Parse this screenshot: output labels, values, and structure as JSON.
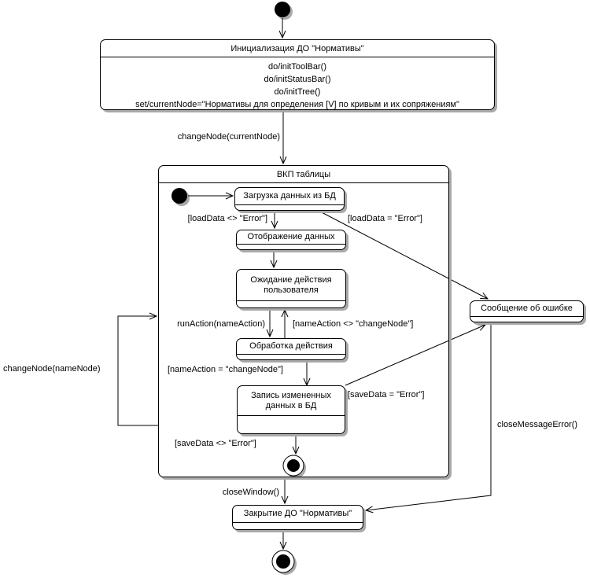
{
  "diagram": {
    "kind": "uml-statechart",
    "colors": {
      "line": "#000000",
      "shadow": "#a9a9a9",
      "fill": "#ffffff"
    }
  },
  "states": {
    "init": {
      "title": "Инициализация ДО \"Нормативы\"",
      "actions": [
        "do/initToolBar()",
        "do/initStatusBar()",
        "do/initTree()",
        "set/currentNode=\"Нормативы для определения [V] по кривым и их сопряжениям\""
      ]
    },
    "composite": {
      "title": "ВКП таблицы"
    },
    "load": {
      "label": "Загрузка данных из БД"
    },
    "display": {
      "label": "Отображение данных"
    },
    "wait": {
      "lines": [
        "Ожидание действия",
        "пользователя"
      ]
    },
    "process": {
      "label": "Обработка действия"
    },
    "save": {
      "lines": [
        "Запись измененных",
        "данных в БД"
      ]
    },
    "error": {
      "label": "Сообщение об ошибке"
    },
    "close": {
      "label": "Закрытие ДО \"Нормативы\""
    }
  },
  "transitions": {
    "change_current": "changeNode(currentNode)",
    "load_ok": "[loadData <> \"Error\"]",
    "load_err": "[loadData = \"Error\"]",
    "run_action": "runAction(nameAction)",
    "action_neq": "[nameAction <> \"changeNode\"]",
    "action_eq": "[nameAction = \"changeNode\"]",
    "save_err": "[saveData = \"Error\"]",
    "save_ok": "[saveData <> \"Error\"]",
    "change_name": "changeNode(nameNode)",
    "close_window": "closeWindow()",
    "close_msg": "closeMessageError()"
  }
}
